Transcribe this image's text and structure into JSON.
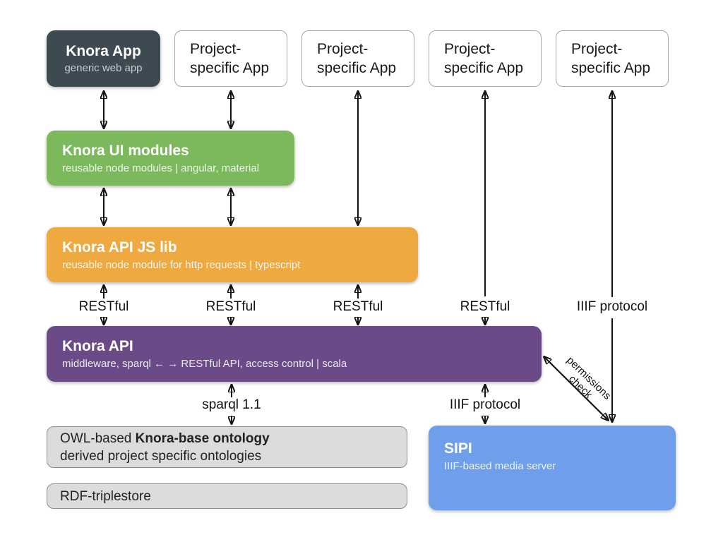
{
  "diagram": {
    "knora_app": {
      "title": "Knora App",
      "subtitle": "generic web app"
    },
    "project_app": {
      "label": "Project-\nspecific App"
    },
    "knora_ui": {
      "title": "Knora UI modules",
      "subtitle": "reusable node modules | angular, material"
    },
    "knora_api_js": {
      "title": "Knora API JS lib",
      "subtitle": "reusable node module for http requests | typescript"
    },
    "knora_api": {
      "title": "Knora API",
      "subtitle": "middleware, sparql ← → RESTful API, access control | scala"
    },
    "ontology": {
      "line1_prefix": "OWL-based ",
      "line1_bold": "Knora-base ontology",
      "line2": "derived project specific ontologies"
    },
    "triplestore": {
      "label": "RDF-triplestore"
    },
    "sipi": {
      "title": "SIPI",
      "subtitle": "IIIF-based media server"
    },
    "labels": {
      "restful": "RESTful",
      "iiif_protocol": "IIIF protocol",
      "sparql": "sparql 1.1",
      "permissions": "permissions\ncheck"
    },
    "colors": {
      "dark": "#3E4A52",
      "green": "#7CB95C",
      "orange": "#EEA940",
      "purple": "#6A4A87",
      "blue": "#6F9FEB",
      "gray": "#DCDCDC",
      "arrow": "#151515"
    }
  }
}
